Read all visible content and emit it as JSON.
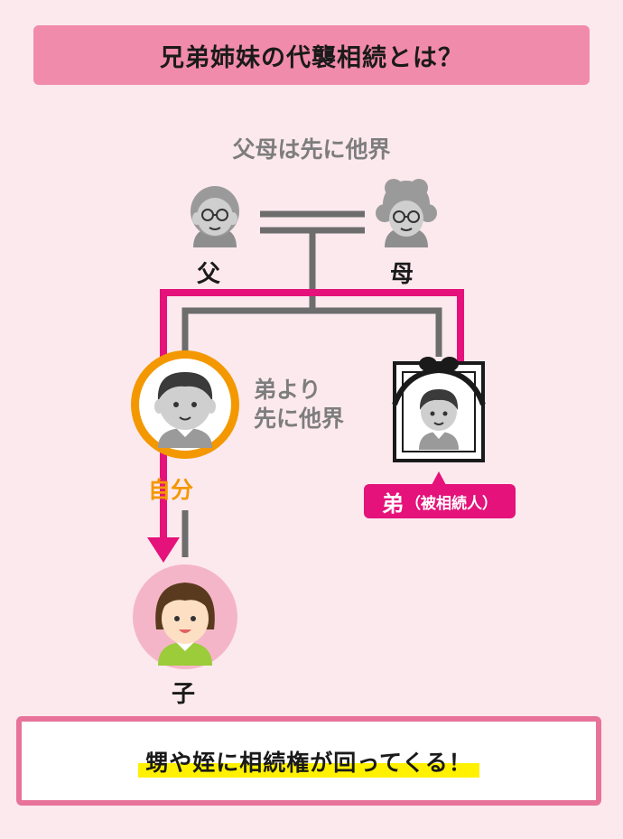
{
  "title": "兄弟姉妹の代襲相続とは？",
  "parents_note": "父母は先に他界",
  "father_label": "父",
  "mother_label": "母",
  "brother_note_line1": "弟より",
  "brother_note_line2": "先に他界",
  "self_label": "自分",
  "deceased_badge": {
    "main": "弟",
    "sub": "（被相続人）"
  },
  "child_label": "子",
  "result_text": "甥や姪に相続権が回ってくる！",
  "colors": {
    "background": "#fce9ee",
    "title_bar": "#f18bab",
    "inheritance_path": "#e4127a",
    "family_line": "#6d6d6d",
    "self_ring": "#f39800",
    "highlight": "#fff100"
  }
}
